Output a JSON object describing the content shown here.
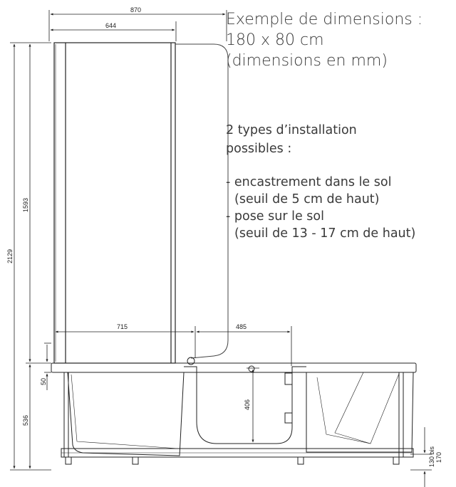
{
  "text": {
    "example_title": "Exemple de dimensions :",
    "example_size": "180 x 80 cm",
    "units_note": "(dimensions en mm)",
    "install_intro_1": "2 types d’installation",
    "install_intro_2": "possibles :",
    "option1": "- encastrement dans le sol",
    "option1_detail": "(seuil de 5 cm de haut)",
    "option2": "- pose sur le sol",
    "option2_detail": "(seuil de 13 - 17 cm de haut)"
  },
  "dimensions": {
    "total_width": "870",
    "glass_width": "644",
    "total_height": "2129",
    "glass_height": "1593",
    "tub_height": "536",
    "threshold": "50",
    "left_width": "715",
    "right_width": "485",
    "door_height": "406",
    "bottom_note_1": "130 bis",
    "bottom_note_2": "170"
  },
  "colors": {
    "line": "#222222",
    "thin": "#555555",
    "text": "#3a3a3a"
  }
}
